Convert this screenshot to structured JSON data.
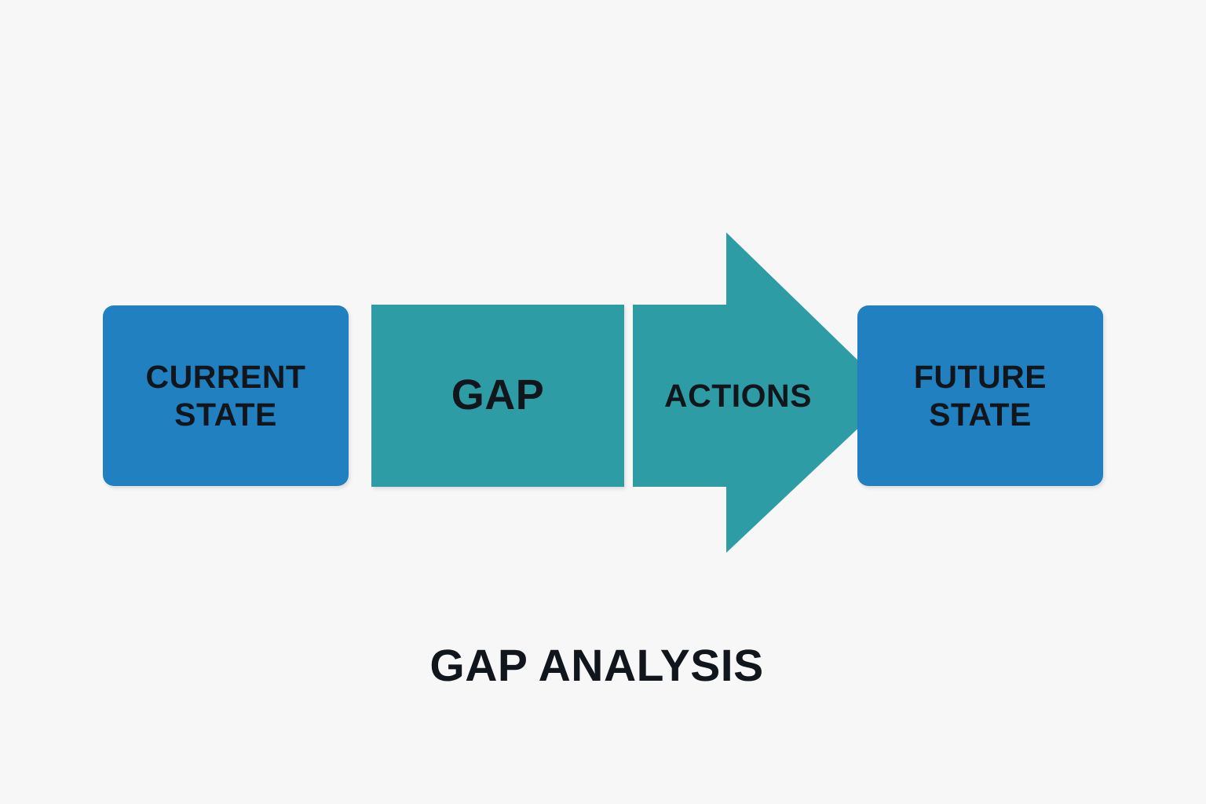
{
  "diagram": {
    "title": "GAP ANALYSIS",
    "type": "process-flow",
    "background_color": "#f7f7f8",
    "title_color": "#11161d"
  },
  "palette": {
    "blue": "#2180c0",
    "teal": "#2e9ca5",
    "text_dark": "#11161d",
    "background": "#f7f7f8"
  },
  "stages": [
    {
      "id": "current-state",
      "label": "CURRENT\nSTATE",
      "shape": "rounded-rectangle",
      "color": "#2180c0"
    },
    {
      "id": "gap",
      "label": "GAP",
      "shape": "rectangle",
      "color": "#2e9ca5"
    },
    {
      "id": "actions",
      "label": "ACTIONS",
      "shape": "right-arrow",
      "color": "#2e9ca5"
    },
    {
      "id": "future-state",
      "label": "FUTURE\nSTATE",
      "shape": "rounded-rectangle",
      "color": "#2180c0"
    }
  ]
}
